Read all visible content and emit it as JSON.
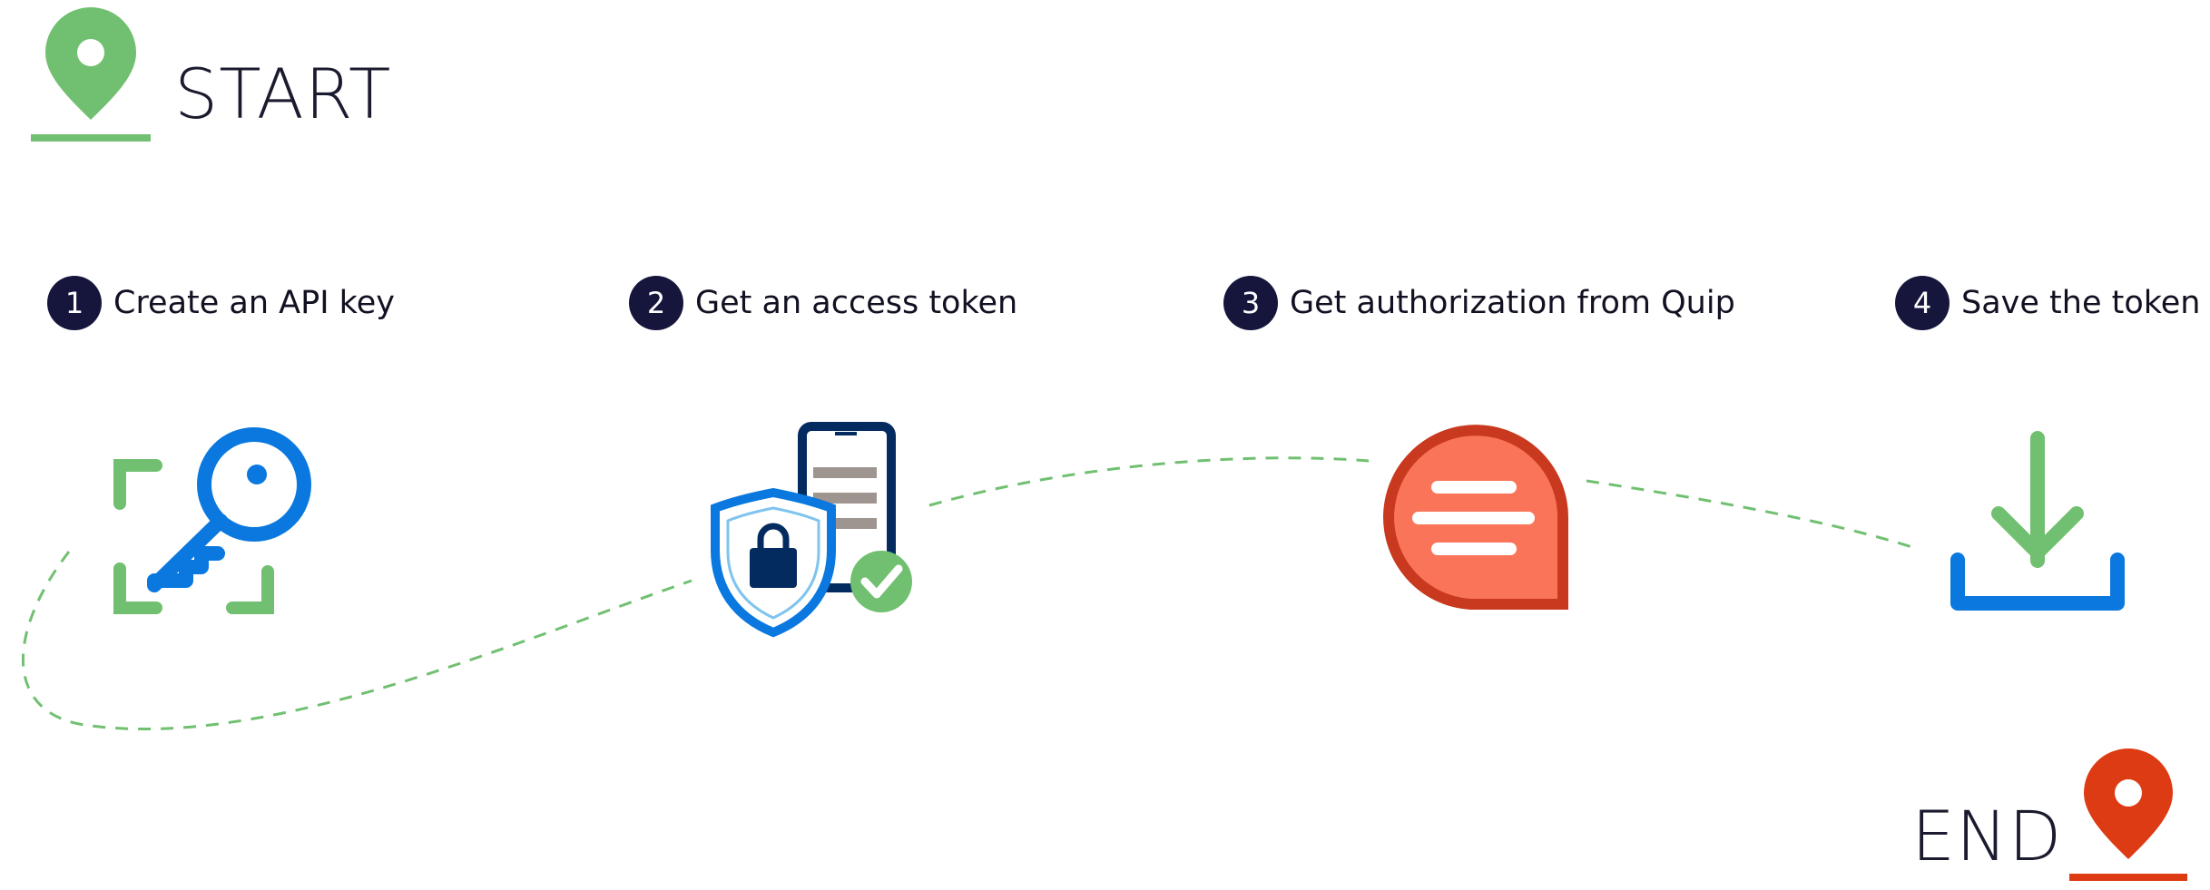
{
  "start": {
    "label": "START",
    "icon": "location-pin-icon",
    "color": "#71c071"
  },
  "end": {
    "label": "END",
    "icon": "location-pin-icon",
    "color": "#dd3b14"
  },
  "steps": [
    {
      "number": "1",
      "label": "Create an API key",
      "icon": "key-scan-icon"
    },
    {
      "number": "2",
      "label": "Get an access token",
      "icon": "secure-phone-token-icon"
    },
    {
      "number": "3",
      "label": "Get authorization from Quip",
      "icon": "quip-chat-icon"
    },
    {
      "number": "4",
      "label": "Save the token",
      "icon": "download-save-icon"
    }
  ],
  "colors": {
    "badge": "#16163d",
    "path": "#71c071",
    "blue": "#0a78de",
    "navy": "#042b5f",
    "quip_fill": "#f97458",
    "quip_stroke": "#c9391f"
  }
}
